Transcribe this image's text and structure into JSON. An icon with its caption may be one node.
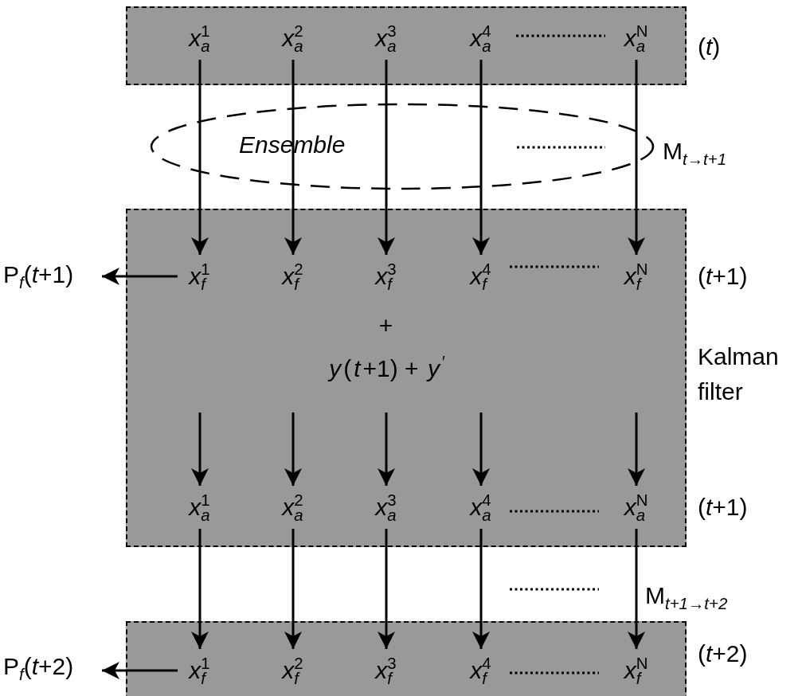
{
  "diagram": {
    "nodes": [
      {
        "text": [],
        "shape": "box",
        "beside": [
          "(*t*)"
        ]
      },
      {
        "text": [
          "*x*$_{a}$$^{1}$"
        ],
        "in": 0
      },
      {
        "text": [
          "*x*$_{a}$$^{2}$"
        ],
        "in": 0
      },
      {
        "text": [
          "*x*$_{a}$$^{3}$"
        ],
        "in": 0
      },
      {
        "text": [
          "*x*$_{a}$$^{4}$"
        ],
        "in": 0
      },
      {
        "text": [
          "*x*$_{a}$$^{N}$"
        ],
        "in": 0
      },
      {
        "text": [
          "+",
          "*y*(*t*+1) + *y*$^{′}$"
        ],
        "beside": [
          "(*t*+1)",
          "Kalman filter",
          "(*t*+1)"
        ]
      },
      {
        "text": [
          "*x*$_{f}$$^{1}$"
        ],
        "in": 6
      },
      {
        "text": [
          "*x*$_{f}$$^{2}$"
        ],
        "in": 6
      },
      {
        "text": [
          "*x*$_{f}$$^{3}$"
        ],
        "in": 6
      },
      {
        "text": [
          "*x*$_{f}$$^{4}$"
        ],
        "in": 6
      },
      {
        "text": [
          "*x*$_{f}$$^{N}$"
        ],
        "in": 6
      },
      {
        "text": [
          "*x*$_{a}$$^{1}$"
        ],
        "in": 6
      },
      {
        "text": [
          "*x*$_{a}$$^{2}$"
        ],
        "in": 6
      },
      {
        "text": [
          "*x*$_{a}$$^{3}$"
        ],
        "in": 6
      },
      {
        "text": [
          "*x*$_{a}$$^{4}$"
        ],
        "in": 6
      },
      {
        "text": [
          "*x*$_{a}$$^{N}$"
        ],
        "in": 6
      },
      {
        "text": [],
        "shape": "box",
        "beside": [
          "(*t*+2)"
        ]
      },
      {
        "text": [
          "*x*$_{f}$$^{1}$"
        ],
        "in": 17
      },
      {
        "text": [
          "*x*$_{f}$$^{2}$"
        ],
        "in": 17
      },
      {
        "text": [
          "*x*$_{f}$$^{3}$"
        ],
        "in": 17
      },
      {
        "text": [
          "*x*$_{f}$$^{4}$"
        ],
        "in": 17
      },
      {
        "text": [
          "*x*$_{f}$$^{N}$"
        ],
        "in": 17
      },
      {
        "text": [
          "P$_{f}$(*t*+1)"
        ]
      },
      {
        "text": [
          "P$_{f}$(*t*+2)"
        ]
      }
    ],
    "edges": [
      {
        "from": 1,
        "to": 7,
        "arrow": "to"
      },
      {
        "from": 2,
        "to": 8,
        "arrow": "to"
      },
      {
        "from": 3,
        "to": 9,
        "arrow": "to"
      },
      {
        "from": 4,
        "to": 10,
        "arrow": "to"
      },
      {
        "from": 5,
        "to": 11,
        "arrow": "to"
      },
      {
        "from": null,
        "to": 12,
        "arrow": "to"
      },
      {
        "from": null,
        "to": 13,
        "arrow": "to"
      },
      {
        "from": null,
        "to": 14,
        "arrow": "to"
      },
      {
        "from": null,
        "to": 15,
        "arrow": "to"
      },
      {
        "from": null,
        "to": 16,
        "arrow": "to"
      },
      {
        "from": 12,
        "to": 18,
        "arrow": "to"
      },
      {
        "from": 13,
        "to": 19,
        "arrow": "to"
      },
      {
        "from": 14,
        "to": 20,
        "arrow": "to"
      },
      {
        "from": 15,
        "to": 21,
        "arrow": "to"
      },
      {
        "from": 16,
        "to": 22,
        "arrow": "to"
      },
      {
        "from": 7,
        "to": 23,
        "arrow": "to"
      },
      {
        "from": 18,
        "to": 24,
        "arrow": "to"
      }
    ],
    "labels": [
      "Ensemble",
      "M$_{t→t+1}$",
      "M$_{t+1→t+2}$"
    ]
  }
}
